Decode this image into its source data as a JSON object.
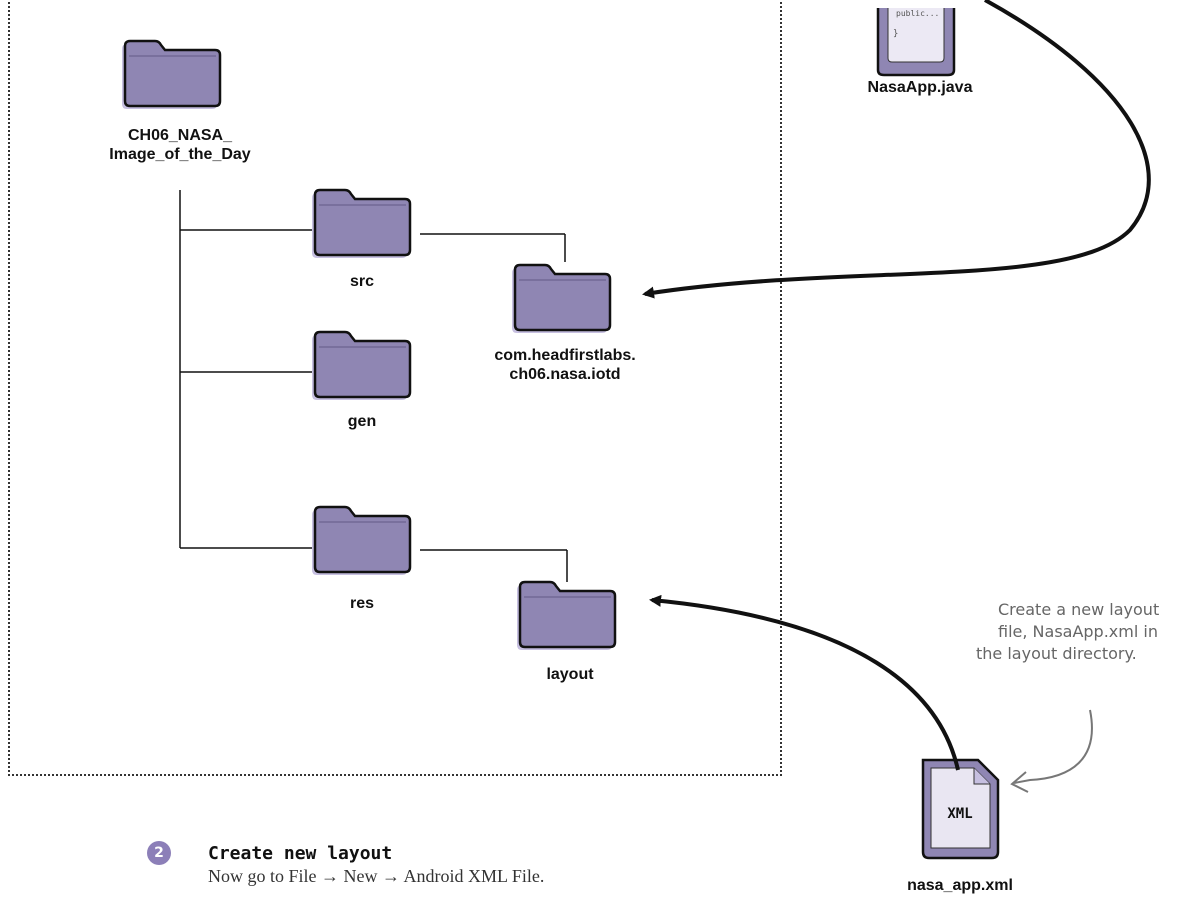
{
  "tree": {
    "root_label_line1": "CH06_NASA_",
    "root_label_line2": "Image_of_the_Day",
    "src": "src",
    "package_line1": "com.headfirstlabs.",
    "package_line2": "ch06.nasa.iotd",
    "gen": "gen",
    "res": "res",
    "layout": "layout"
  },
  "files": {
    "java_name": "NasaApp.java",
    "java_snippet": "public...",
    "xml_name": "nasa_app.xml",
    "xml_icon_text": "XML"
  },
  "annotation": {
    "line1": "Create a new layout",
    "line2": "file, NasaApp.xml in",
    "line3": "the layout directory."
  },
  "step": {
    "number": "2",
    "title": "Create new layout",
    "description": "Now go to File → New → Android XML File."
  },
  "colors": {
    "folder_fill": "#8f86b3",
    "folder_shadow": "#bdb4d8",
    "step_badge": "#8c7fb8"
  }
}
